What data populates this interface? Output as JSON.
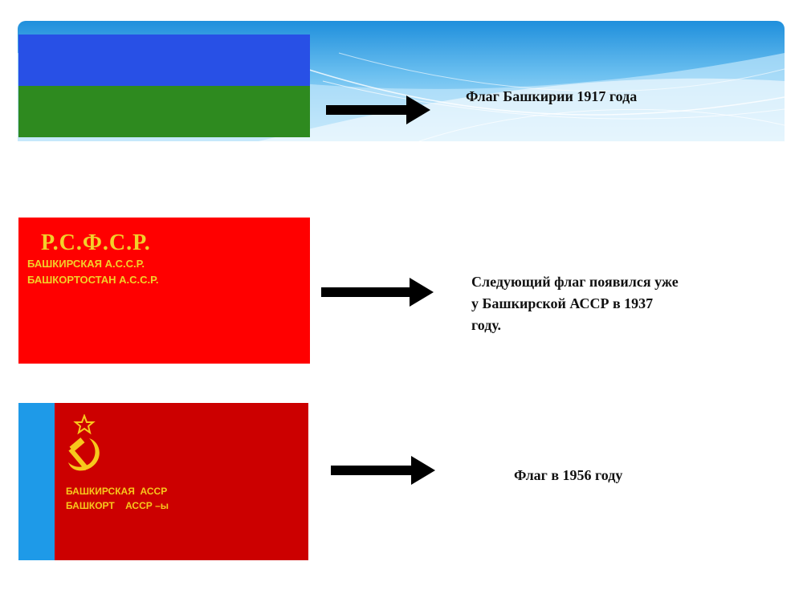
{
  "colors": {
    "banner_sky": "#2f9be0",
    "flag_1917_blue": "#2850e6",
    "flag_1917_green": "#2e8a1f",
    "flag_1937_red": "#ff0000",
    "flag_1937_text": "#f2d02a",
    "flag_1956_red": "#cc0000",
    "flag_1956_blue": "#1e9ae8",
    "flag_1956_gold": "#f7c81c",
    "arrow": "#000000"
  },
  "flags": {
    "flag_1917": {
      "description_icon": "bashkir-1917-flag"
    },
    "flag_1937": {
      "line1": "Р.С.Ф.С.Р.",
      "line2": "БАШКИРСКАЯ А.С.С.Р.",
      "line3": "БАШКОРТОСТАН А.С.С.Р."
    },
    "flag_1956": {
      "line1": "БАШКИРСКАЯ  АССР",
      "line2": "БАШКОРТ    АССР –ы",
      "emblem_icons": [
        "star-icon",
        "hammer-sickle-icon"
      ]
    }
  },
  "captions": {
    "caption_1917": "Флаг Башкирии 1917 года",
    "caption_1937_line1": "Следующий флаг появился уже",
    "caption_1937_line2": "у Башкирской АССР в 1937",
    "caption_1937_line3": "году.",
    "caption_1956": "Флаг в 1956 году"
  }
}
